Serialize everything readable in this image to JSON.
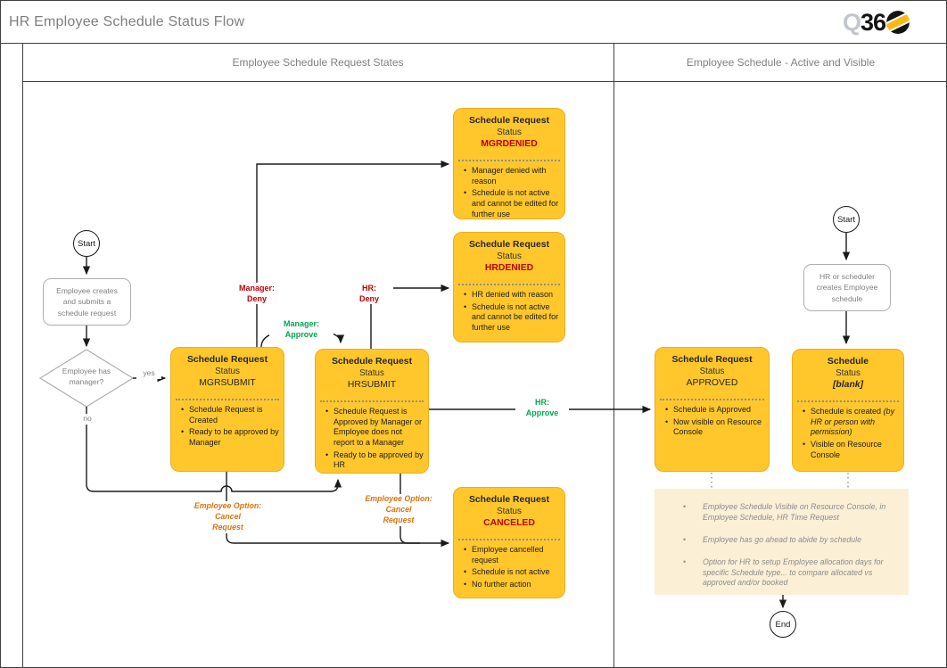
{
  "title": "HR Employee Schedule Status Flow",
  "logo": {
    "part1": "Q",
    "part2": "36"
  },
  "lanes": {
    "left": "Employee Schedule Request States",
    "right": "Employee Schedule - Active and Visible"
  },
  "terminators": {
    "start_left": "Start",
    "start_right": "Start",
    "end": "End"
  },
  "processes": {
    "create_request": "Employee creates and submits a schedule request",
    "hr_creates": "HR or scheduler creates Employee schedule"
  },
  "decision": {
    "text": "Employee has manager?",
    "yes": "yes",
    "no": "no"
  },
  "edge_labels": {
    "manager_deny": {
      "l1": "Manager:",
      "l2": "Deny"
    },
    "manager_approve": {
      "l1": "Manager:",
      "l2": "Approve"
    },
    "hr_deny": {
      "l1": "HR:",
      "l2": "Deny"
    },
    "hr_approve": {
      "l1": "HR:",
      "l2": "Approve"
    },
    "cancel_mgr": {
      "l1": "Employee Option:",
      "l2": "Cancel",
      "l3": "Request"
    },
    "cancel_hr": {
      "l1": "Employee Option:",
      "l2": "Cancel",
      "l3": "Request"
    }
  },
  "status_boxes": {
    "mgrsubmit": {
      "title": "Schedule Request",
      "status_label": "Status",
      "status": "MGRSUBMIT",
      "bullets": [
        "Schedule Request is Created",
        "Ready to be approved by Manager"
      ]
    },
    "hrsubmit": {
      "title": "Schedule Request",
      "status_label": "Status",
      "status": "HRSUBMIT",
      "bullets": [
        "Schedule Request is Approved by Manager or Employee does not report to a Manager",
        "Ready to be approved by HR"
      ]
    },
    "mgrdenied": {
      "title": "Schedule Request",
      "status_label": "Status",
      "status": "MGRDENIED",
      "bullets": [
        "Manager denied with reason",
        "Schedule is not active and cannot be edited for further use"
      ]
    },
    "hrdenied": {
      "title": "Schedule Request",
      "status_label": "Status",
      "status": "HRDENIED",
      "bullets": [
        "HR denied with reason",
        "Schedule is not active and cannot be edited for further use"
      ]
    },
    "canceled": {
      "title": "Schedule Request",
      "status_label": "Status",
      "status": "CANCELED",
      "bullets": [
        "Employee cancelled request",
        "Schedule is not active",
        "No further action"
      ]
    },
    "approved": {
      "title": "Schedule Request",
      "status_label": "Status",
      "status": "APPROVED",
      "bullets": [
        "Schedule is Approved",
        "Now visible on Resource Console"
      ]
    },
    "schedule": {
      "title": "Schedule",
      "status_label": "Status",
      "status": "[blank]",
      "bullet1_normal": "Schedule is created ",
      "bullet1_italic": "(by HR or person with permission)",
      "bullet2": "Visible on Resource Console"
    }
  },
  "notes": {
    "bullets": [
      "Employee Schedule Visible on Resource Console, in Employee Schedule, HR Time Request",
      "Employee has go ahead to abide by schedule",
      "Option for HR to setup Employee allocation days for specific Schedule type... to compare allocated vs approved and/or booked"
    ]
  },
  "colors": {
    "box_fill": "#FFC72C",
    "box_border": "#ECAD1B",
    "status_red": "#C00000",
    "approve_green": "#00A651",
    "cancel_orange": "#D9730D",
    "gray_text": "#7F7F7F",
    "notes_fill": "#FBEFD6",
    "line": "#1A1A1A"
  }
}
